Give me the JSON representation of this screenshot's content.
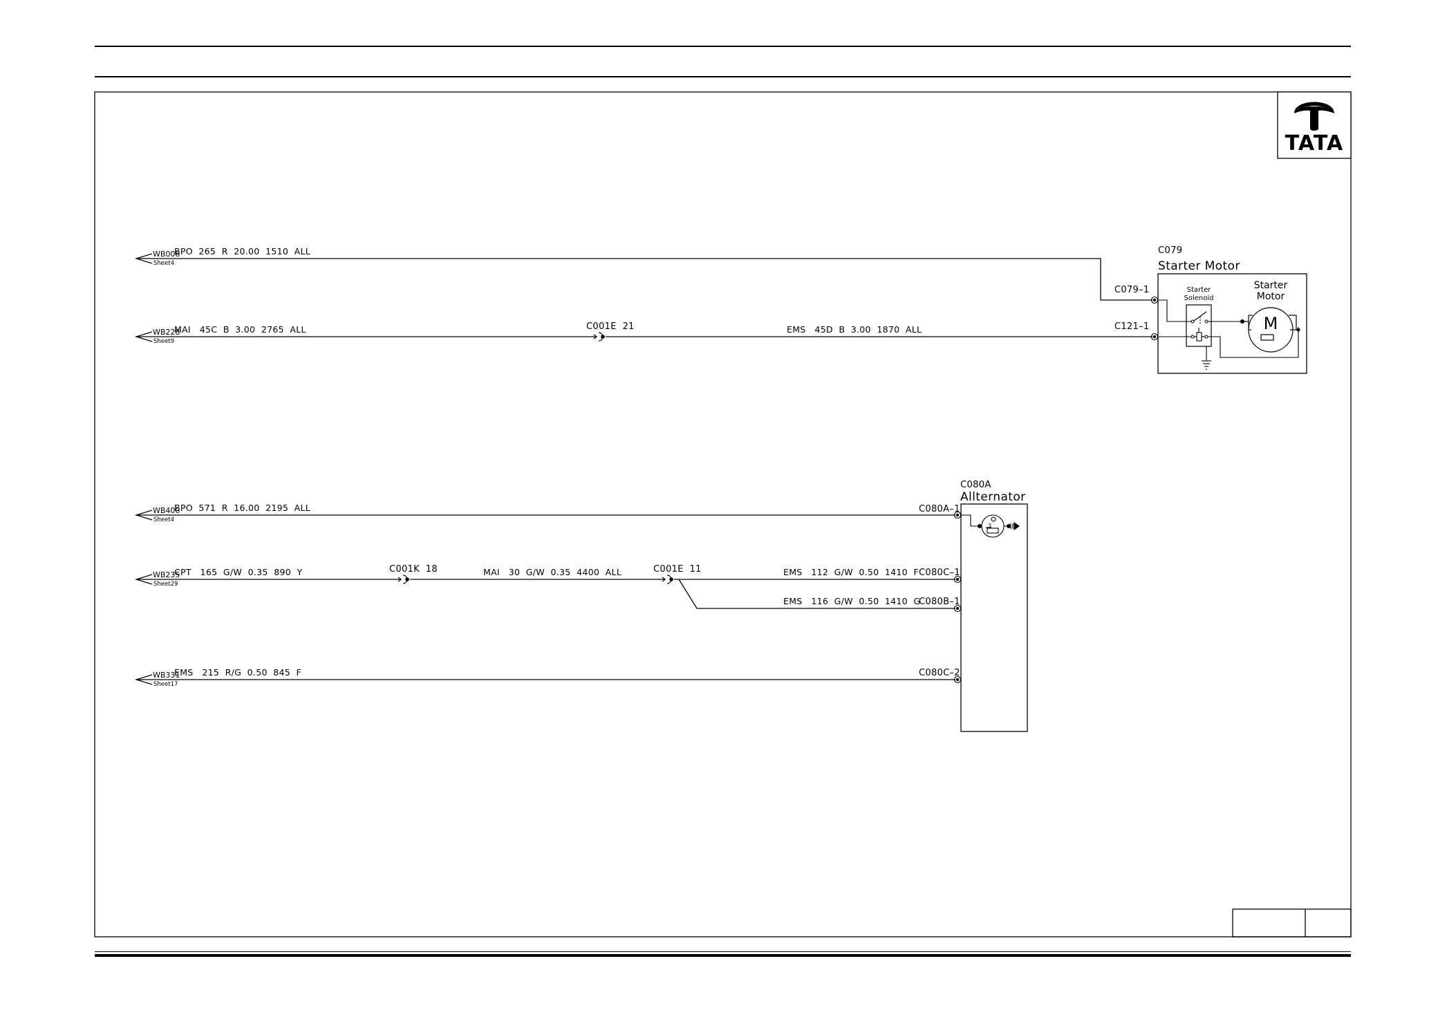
{
  "logo": {
    "brand": "TATA"
  },
  "components": {
    "starter": {
      "id": "C079",
      "name": "Starter Motor",
      "solenoid_label_1": "Starter",
      "solenoid_label_2": "Solenoid",
      "motor_label_1": "Starter",
      "motor_label_2": "Motor",
      "motor_symbol": "M"
    },
    "alternator": {
      "id": "C080A",
      "name": "Allternator"
    }
  },
  "sheet_refs": [
    {
      "ref": "WB008",
      "sheet": "Sheet4"
    },
    {
      "ref": "WB228",
      "sheet": "Sheet9"
    },
    {
      "ref": "WB400",
      "sheet": "Sheet4"
    },
    {
      "ref": "WB235",
      "sheet": "Sheet29"
    },
    {
      "ref": "WB331",
      "sheet": "Sheet17"
    }
  ],
  "wire_labels": [
    "BPO  265  R  20.00  1510  ALL",
    "MAI   45C  B  3.00  2765  ALL",
    "EMS   45D  B  3.00  1870  ALL",
    "BPO  571  R  16.00  2195  ALL",
    "CPT   165  G/W  0.35  890  Y",
    "MAI   30  G/W  0.35  4400  ALL",
    "EMS   112  G/W  0.50  1410  F",
    "EMS   116  G/W  0.50  1410  G",
    "EMS   215  R/G  0.50  845  F"
  ],
  "inline_connectors": [
    "C001E  21",
    "C001K  18",
    "C001E  11"
  ],
  "pins": [
    "C079–1",
    "C121–1",
    "C080A–1",
    "C080C–1",
    "C080B–1",
    "C080C–2"
  ]
}
